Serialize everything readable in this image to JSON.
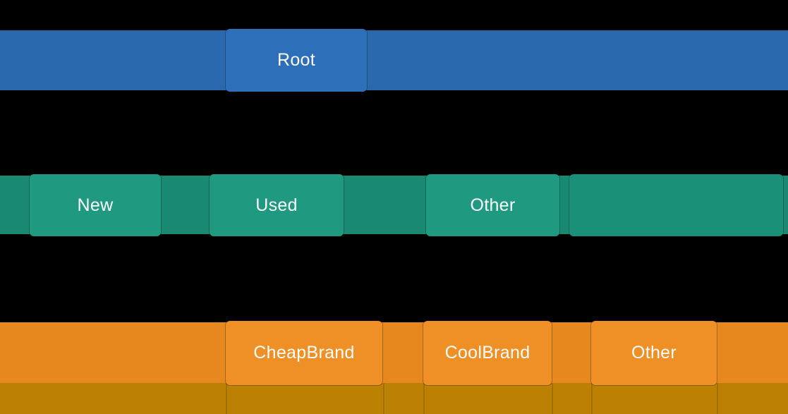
{
  "meta": {
    "background_color": "#000000",
    "text_color": "#fdfdfd"
  },
  "chart_data": {
    "type": "icicle",
    "title": "",
    "orientation": "root at top, levels stacked downward, deepest level truncated at bottom edge",
    "legend": "none",
    "axes": "none",
    "levels": [
      {
        "name": "level-1-root",
        "band": {
          "x": [
            0,
            1117
          ],
          "y": [
            43,
            128
          ],
          "color": "#2a69ae"
        },
        "nodes": [
          {
            "label": "Root",
            "x": [
              320,
              520
            ],
            "y": [
              41,
              130
            ],
            "color": "#2d70b9"
          }
        ]
      },
      {
        "name": "level-2-condition",
        "band": {
          "x": [
            0,
            1117
          ],
          "y": [
            249,
            332
          ],
          "color": "#198971"
        },
        "nodes": [
          {
            "label": "New",
            "x": [
              42,
              228
            ],
            "y": [
              247,
              335
            ],
            "color": "#1f9a81"
          },
          {
            "label": "Used",
            "x": [
              297,
              487
            ],
            "y": [
              247,
              335
            ],
            "color": "#1f9a81"
          },
          {
            "label": "Other",
            "x": [
              604,
              793
            ],
            "y": [
              247,
              335
            ],
            "color": "#1f9a81"
          },
          {
            "label": "",
            "x": [
              807,
              1110
            ],
            "y": [
              247,
              335
            ],
            "color": "#1b9078"
          }
        ]
      },
      {
        "name": "level-3-brand",
        "band": {
          "x": [
            0,
            1117
          ],
          "y": [
            457,
            543
          ],
          "color": "#e7881f"
        },
        "nodes": [
          {
            "label": "CheapBrand",
            "x": [
              320,
              542
            ],
            "y": [
              455,
              546
            ],
            "color": "#ef9027"
          },
          {
            "label": "CoolBrand",
            "x": [
              600,
              782
            ],
            "y": [
              455,
              546
            ],
            "color": "#ef9027"
          },
          {
            "label": "Other",
            "x": [
              838,
              1016
            ],
            "y": [
              455,
              546
            ],
            "color": "#ef9027"
          }
        ]
      }
    ],
    "truncated_level": {
      "note": "deeper tiles clipped by bottom edge of figure",
      "x": [
        0,
        1117
      ],
      "y": [
        543,
        587
      ],
      "color": "#bc8002",
      "seams_x": [
        320,
        543,
        600,
        782,
        838,
        1016
      ]
    }
  }
}
